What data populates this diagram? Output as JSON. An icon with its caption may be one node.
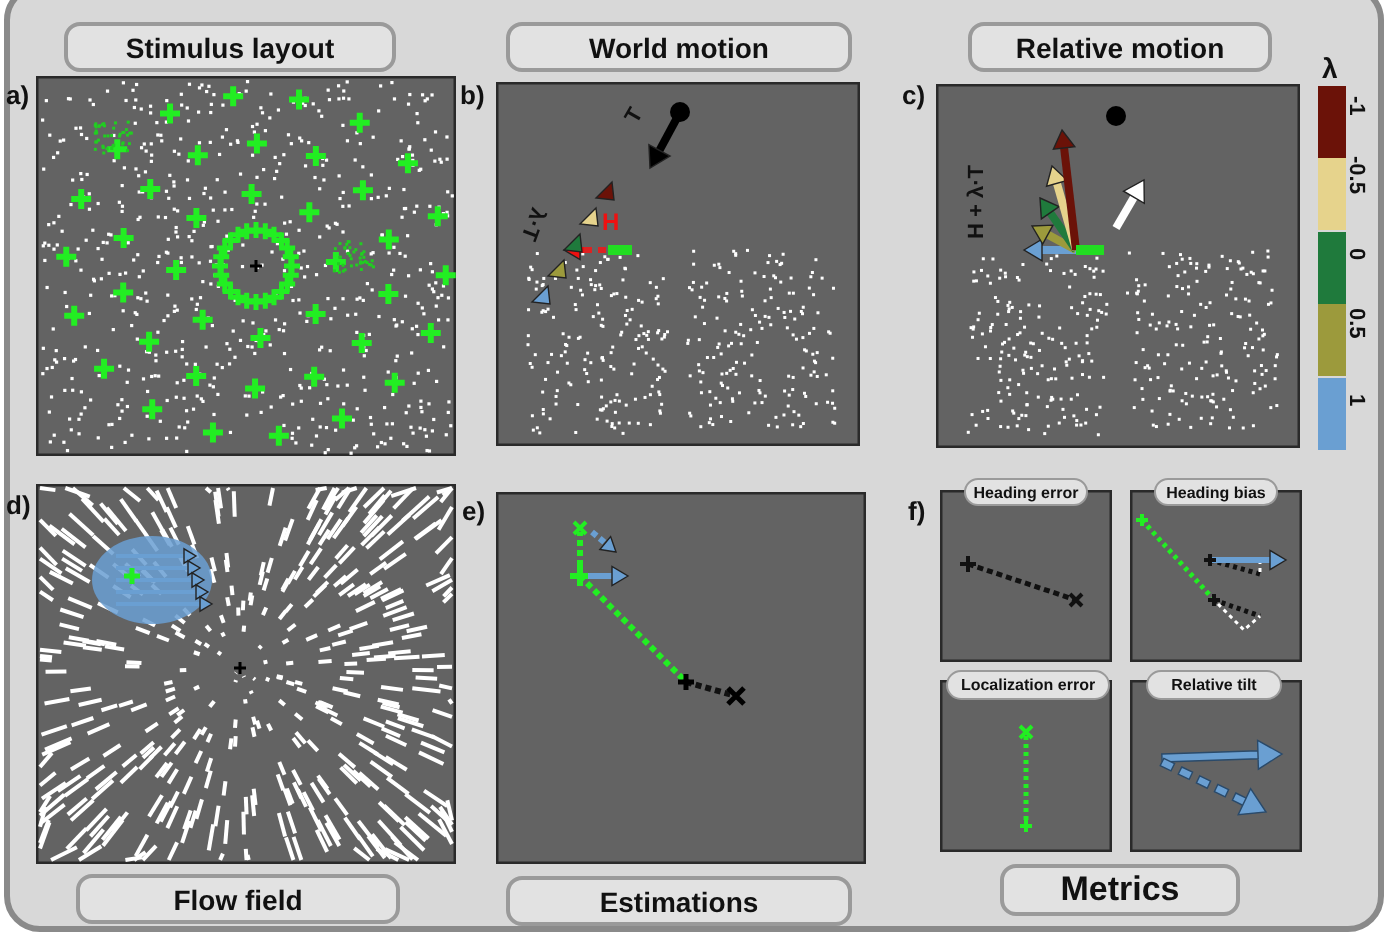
{
  "diagram": {
    "nodes": [
      {
        "text": [
          "Stimulus layout"
        ]
      },
      {
        "text": [
          "World motion"
        ]
      },
      {
        "text": [
          "Relative motion"
        ]
      },
      {
        "text": [
          "Flow field"
        ]
      },
      {
        "text": [
          "Estimations"
        ]
      },
      {
        "text": [
          "Metrics"
        ]
      },
      {
        "text": [
          "Heading error"
        ]
      },
      {
        "text": [
          "Heading bias"
        ]
      },
      {
        "text": [
          "Localization error"
        ]
      },
      {
        "text": [
          "Relative tilt"
        ]
      }
    ],
    "labels": [
      "a)",
      "b)",
      "c)",
      "λ",
      "T",
      "λ·T",
      "H",
      "H + λ·T",
      "d)",
      "e)",
      "f)"
    ],
    "legend": [
      {
        "text": "-1",
        "color": "#6b1208"
      },
      {
        "text": "-0.5",
        "color": "#e6d38c"
      },
      {
        "text": "0",
        "color": "#1f7a3c"
      },
      {
        "text": "0.5",
        "color": "#9c9a3c"
      },
      {
        "text": "1",
        "color": "#6a9fd2"
      }
    ]
  }
}
